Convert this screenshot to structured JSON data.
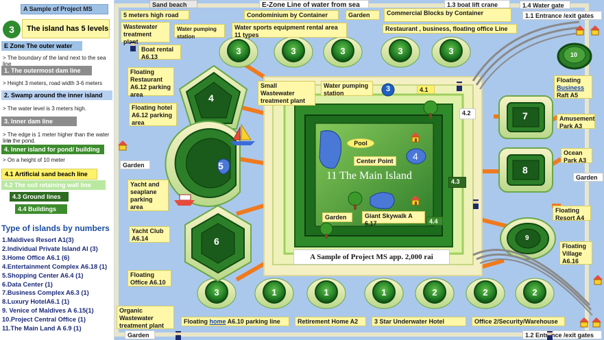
{
  "title": "A Sample of Project MS",
  "levels": {
    "badge": "3",
    "heading": "The island has 5 levels"
  },
  "sidebar": {
    "zone_e": "E Zone The outer water",
    "zone_e_note": "> The boundary of the land next to the sea line",
    "level1": "1. The outermost dam line",
    "level1_note": "> Height 3 meters, road width 3-6 meters",
    "level2": "2. Swamp around the inner island",
    "level2_note": "> The water level is 3 meters high.",
    "level3": "3. Inner dam line",
    "level3_note_a": "> The edge is 1 meter higher than the water line",
    "level3_note_b": "in the pond.",
    "level4": "4. Inner island for pond/ building",
    "level4_note": "> On a height of 10 meter",
    "level41": "4.1 Artificial sand beach line",
    "level42": "4.2 The soil retaining wall line",
    "level43": "4.3 Ground lines",
    "level44": "4.4 Buildings"
  },
  "legend": {
    "title": "Type of islands by numbers",
    "items": [
      "1.Maldives Resort A1(3)",
      "2.Individual Private Island AI (3)",
      "3.Home Office A6.1 (6)",
      "4.Entertainment Complex A6.18 (1)",
      "5.Shopping Center A6.4 (1)",
      "6.Data Center (1)",
      "7.Business Complex A6.3 (1)",
      "8.Luxury HotelA6.1 (1)",
      "9. Venice of Maldives A 6.15(1)",
      "10.Project Central Office (1)",
      "11.The Main Land A 6.9 (1)"
    ]
  },
  "labels": {
    "sand_beach": "Sand beach",
    "road": "5 meters high road",
    "e_zone": "E-Zone Line of water from sea",
    "lift": "1.3  boat lift crane",
    "water_gate": "1.4 Water gate",
    "entrance_top": "1.1 Entrance /exit gates",
    "condominium": "Condominium by Container",
    "garden_top": "Garden",
    "commercial": "Commercial Blocks by Container",
    "restaurant": "Restaurant , business, floating office Line",
    "wwtp_top": "Wastewater treatment plant",
    "pump1": "Water pumping station",
    "sports": "Water sports equipment rental area 11 types",
    "boat_rental": "Boat rental A6.13",
    "floating_restaurant": "Floating Restaurant A6.12 parking area",
    "floating_hotel": "Floating hotel A6.12 parking area",
    "small_wwtp": "Small Wastewater treatment plant",
    "pump2": "Water pumping station",
    "garden_left": "Garden",
    "yacht_seaplane": "Yacht and seaplane parking area",
    "yacht_club": "Yacht Club A6.14",
    "floating_office": "Floating Office A6.10",
    "organic_wwtp": "Organic Wastewater treatment plant",
    "garden_bottom": "Garden",
    "floating_home_a": "Floating ",
    "floating_home_link": "home",
    "floating_home_b": " A6.10 parking line",
    "retirement": "Retirement Home A2",
    "underwater": "3 Star Underwater Hotel",
    "office_security": "Office 2/Security/Warehouse",
    "entrance_bottom": "1.2 Entrance /exit gates",
    "floating_business_a": "Floating ",
    "floating_business_link": "Business",
    "floating_business_b": " Raft A5",
    "amusement": "Amusement Park A3",
    "ocean_park": "Ocean Park A3",
    "garden_right": "Garden",
    "floating_resort": "Floating Resort A4",
    "floating_village": "Floating Village A6.16",
    "pool": "Pool",
    "center_point": "Center Point",
    "main_island": "11 The Main Island",
    "garden_inner": "Garden",
    "skywalk": "Giant Skywalk A 6.17",
    "sample_caption": "A Sample of Project  MS app. 2,000 rai",
    "tag_41": "4.1",
    "tag_42": "4.2",
    "tag_43": "4.3",
    "tag_44": "4.4",
    "blue_3": "3"
  },
  "islands": {
    "top_row": [
      "3",
      "3",
      "3",
      "3",
      "3"
    ],
    "bottom_row": [
      "3",
      "1",
      "1",
      "1",
      "2",
      "2",
      "2"
    ],
    "pent": "4",
    "shopping": "5",
    "data": "6",
    "business": "7",
    "hotel": "8",
    "venice": "9",
    "office": "10",
    "inner4": "4"
  },
  "colors": {
    "water": "#aac8ec",
    "island_green": "#1e7a1e",
    "land": "#f4f0c4",
    "connector": "#f07a1e",
    "label_yellow": "#fff8a8"
  }
}
